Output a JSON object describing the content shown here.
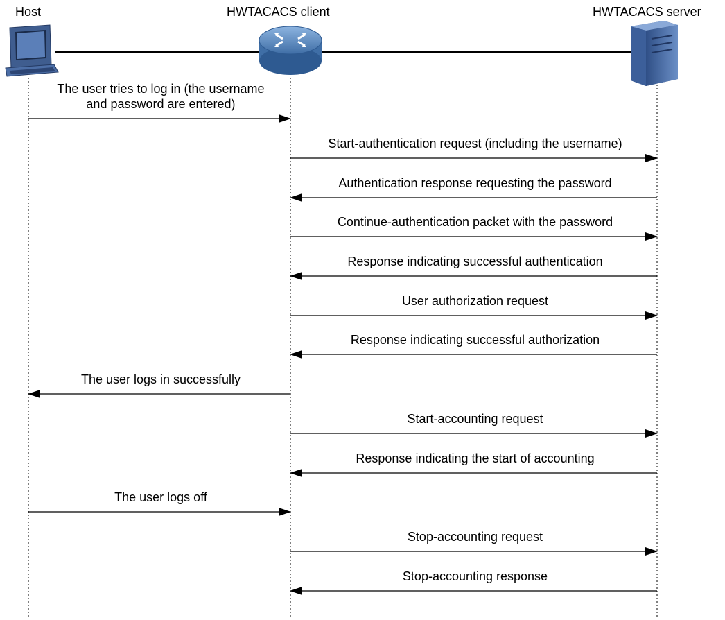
{
  "participants": [
    {
      "id": "host",
      "label": "Host",
      "icon": "host-computer-icon"
    },
    {
      "id": "client",
      "label": "HWTACACS client",
      "icon": "router-icon"
    },
    {
      "id": "server",
      "label": "HWTACACS server",
      "icon": "server-icon"
    }
  ],
  "messages": [
    {
      "from": "host",
      "to": "client",
      "lines": [
        "The user tries to log in (the username",
        "and password are entered)"
      ]
    },
    {
      "from": "client",
      "to": "server",
      "lines": [
        "Start-authentication request (including the username)"
      ]
    },
    {
      "from": "server",
      "to": "client",
      "lines": [
        "Authentication response requesting the password"
      ]
    },
    {
      "from": "client",
      "to": "server",
      "lines": [
        "Continue-authentication packet with the password"
      ]
    },
    {
      "from": "server",
      "to": "client",
      "lines": [
        "Response indicating successful authentication"
      ]
    },
    {
      "from": "client",
      "to": "server",
      "lines": [
        "User authorization request"
      ]
    },
    {
      "from": "server",
      "to": "client",
      "lines": [
        "Response indicating successful authorization"
      ]
    },
    {
      "from": "client",
      "to": "host",
      "lines": [
        "The user logs in successfully"
      ]
    },
    {
      "from": "client",
      "to": "server",
      "lines": [
        "Start-accounting request"
      ]
    },
    {
      "from": "server",
      "to": "client",
      "lines": [
        "Response indicating the start of accounting"
      ]
    },
    {
      "from": "host",
      "to": "client",
      "lines": [
        "The user logs off"
      ]
    },
    {
      "from": "client",
      "to": "server",
      "lines": [
        "Stop-accounting request"
      ]
    },
    {
      "from": "server",
      "to": "client",
      "lines": [
        "Stop-accounting response"
      ]
    }
  ],
  "colors": {
    "line": "#000000",
    "lifeline": "#000000",
    "router_body": "#4f7fb5",
    "computer_body": "#3f5d8f",
    "server_body": "#4a6fa8"
  }
}
